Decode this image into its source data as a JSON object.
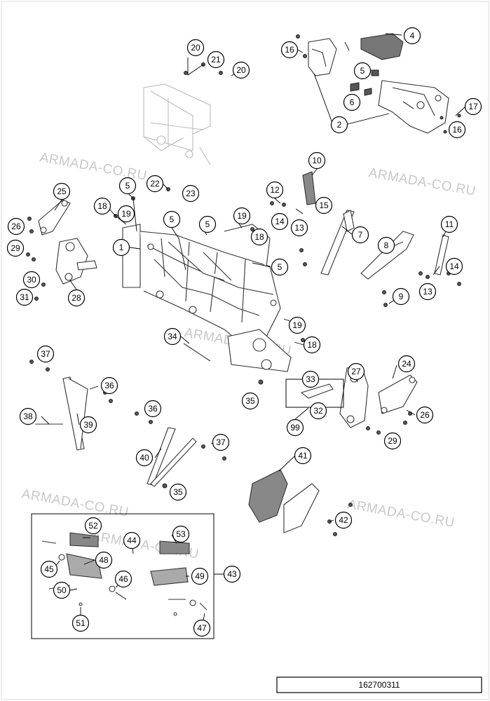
{
  "watermark": "ARMADA-CO.RU",
  "document_number": "162700311",
  "callouts": [
    {
      "id": "c20a",
      "label": "20"
    },
    {
      "id": "c21",
      "label": "21"
    },
    {
      "id": "c20b",
      "label": "20"
    },
    {
      "id": "c16a",
      "label": "16"
    },
    {
      "id": "c4",
      "label": "4"
    },
    {
      "id": "c5a",
      "label": "5"
    },
    {
      "id": "c6",
      "label": "6"
    },
    {
      "id": "c2",
      "label": "2"
    },
    {
      "id": "c17",
      "label": "17"
    },
    {
      "id": "c16b",
      "label": "16"
    },
    {
      "id": "c10",
      "label": "10"
    },
    {
      "id": "c5b",
      "label": "5"
    },
    {
      "id": "c22",
      "label": "22"
    },
    {
      "id": "c23",
      "label": "23"
    },
    {
      "id": "c12",
      "label": "12"
    },
    {
      "id": "c15",
      "label": "15"
    },
    {
      "id": "c25",
      "label": "25"
    },
    {
      "id": "c18a",
      "label": "18"
    },
    {
      "id": "c19a",
      "label": "19"
    },
    {
      "id": "c5c",
      "label": "5"
    },
    {
      "id": "c5d",
      "label": "5"
    },
    {
      "id": "c19b",
      "label": "19"
    },
    {
      "id": "c14a",
      "label": "14"
    },
    {
      "id": "c13a",
      "label": "13"
    },
    {
      "id": "c26a",
      "label": "26"
    },
    {
      "id": "c18b",
      "label": "18"
    },
    {
      "id": "c7",
      "label": "7"
    },
    {
      "id": "c11",
      "label": "11"
    },
    {
      "id": "c8",
      "label": "8"
    },
    {
      "id": "c1",
      "label": "1"
    },
    {
      "id": "c29a",
      "label": "29"
    },
    {
      "id": "c5e",
      "label": "5"
    },
    {
      "id": "c14b",
      "label": "14"
    },
    {
      "id": "c30",
      "label": "30"
    },
    {
      "id": "c13b",
      "label": "13"
    },
    {
      "id": "c9",
      "label": "9"
    },
    {
      "id": "c31",
      "label": "31"
    },
    {
      "id": "c28",
      "label": "28"
    },
    {
      "id": "c19c",
      "label": "19"
    },
    {
      "id": "c34",
      "label": "34"
    },
    {
      "id": "c18c",
      "label": "18"
    },
    {
      "id": "c37a",
      "label": "37"
    },
    {
      "id": "c27",
      "label": "27"
    },
    {
      "id": "c24",
      "label": "24"
    },
    {
      "id": "c33",
      "label": "33"
    },
    {
      "id": "c36a",
      "label": "36"
    },
    {
      "id": "c35a",
      "label": "35"
    },
    {
      "id": "c32",
      "label": "32"
    },
    {
      "id": "c38",
      "label": "38"
    },
    {
      "id": "c36b",
      "label": "36"
    },
    {
      "id": "c26b",
      "label": "26"
    },
    {
      "id": "c39",
      "label": "39"
    },
    {
      "id": "c99",
      "label": "99"
    },
    {
      "id": "c29b",
      "label": "29"
    },
    {
      "id": "c37b",
      "label": "37"
    },
    {
      "id": "c41",
      "label": "41"
    },
    {
      "id": "c40",
      "label": "40"
    },
    {
      "id": "c35b",
      "label": "35"
    },
    {
      "id": "c42",
      "label": "42"
    },
    {
      "id": "c52",
      "label": "52"
    },
    {
      "id": "c53",
      "label": "53"
    },
    {
      "id": "c44",
      "label": "44"
    },
    {
      "id": "c48",
      "label": "48"
    },
    {
      "id": "c45",
      "label": "45"
    },
    {
      "id": "c46",
      "label": "46"
    },
    {
      "id": "c49",
      "label": "49"
    },
    {
      "id": "c43",
      "label": "43"
    },
    {
      "id": "c50",
      "label": "50"
    },
    {
      "id": "c51",
      "label": "51"
    },
    {
      "id": "c47",
      "label": "47"
    }
  ]
}
